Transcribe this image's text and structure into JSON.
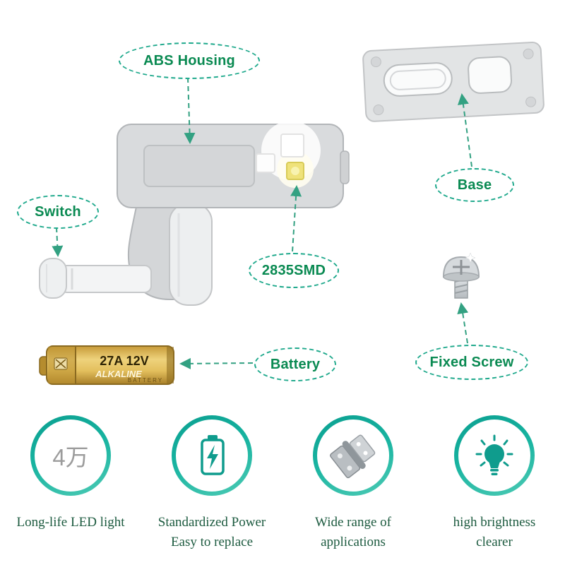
{
  "colors": {
    "teal_ring": "#0f9c8d",
    "callout_border": "#1fa98c",
    "callout_text": "#0a8a52",
    "leader_line": "#33a182",
    "feature_text": "#1d5b40",
    "battery_gold": "#e3bf5d"
  },
  "callouts": {
    "abs_housing": {
      "label": "ABS Housing"
    },
    "switch": {
      "label": "Switch"
    },
    "base": {
      "label": "Base"
    },
    "smd": {
      "label": "2835SMD"
    },
    "battery": {
      "label": "Battery"
    },
    "fixed_screw": {
      "label": "Fixed Screw"
    }
  },
  "battery_product": {
    "size_label": "27A 12V",
    "brand_line1": "ALKALINE",
    "brand_line2": "BATTERY"
  },
  "features": [
    {
      "icon": "lifespan-counter-icon",
      "circle_text": "4万",
      "label": "Long-life LED light"
    },
    {
      "icon": "battery-power-icon",
      "label": "Standardized Power\nEasy to replace"
    },
    {
      "icon": "hinge-icon",
      "label": "Wide range of\napplications"
    },
    {
      "icon": "bulb-brightness-icon",
      "label": "high brightness\nclearer"
    }
  ]
}
